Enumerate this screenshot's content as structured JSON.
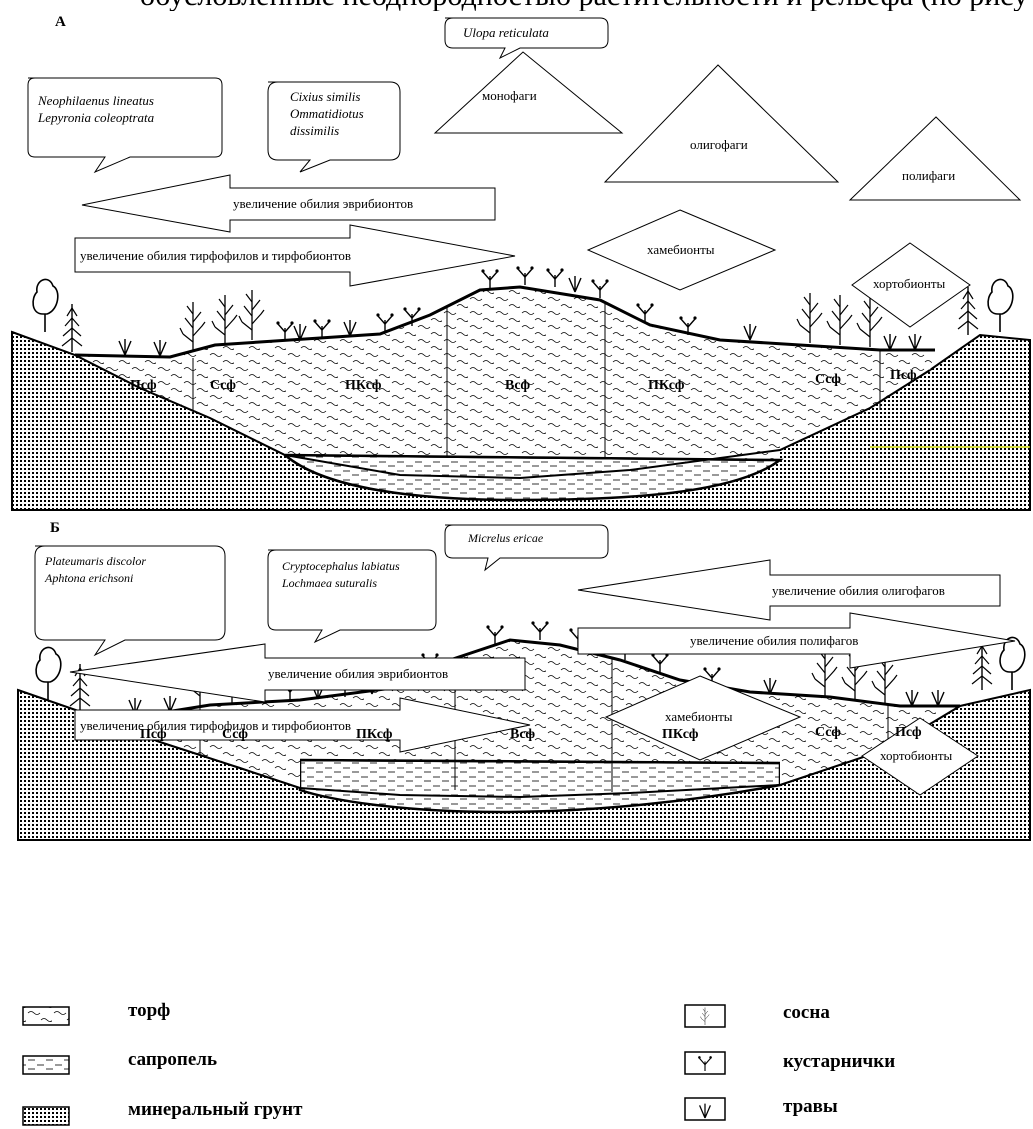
{
  "top_cut_text": "обусловленные неоднородностью растительности и рельефа (по рису",
  "panels": [
    {
      "letter": "А",
      "species_boxes": [
        {
          "lines": [
            "Neophilaenus lineatus",
            "Lepyronia coleoptrata"
          ]
        },
        {
          "lines": [
            "Cixius similis",
            "Ommatidiotus",
            "dissimilis"
          ]
        },
        {
          "lines": [
            "Ulopa reticulata"
          ]
        }
      ],
      "triangles": [
        "монофаги",
        "олигофаги",
        "полифаги"
      ],
      "arrows": [
        "увеличение обилия эврибионтов",
        "увеличение обилия тирфофилов и тирфобионтов"
      ],
      "diamonds": [
        "хамебионты",
        "хортобионты"
      ],
      "zones": [
        "Псф",
        "Ссф",
        "ПКсф",
        "Всф",
        "ПКсф",
        "Ссф",
        "Псф"
      ]
    },
    {
      "letter": "Б",
      "species_boxes": [
        {
          "lines": [
            "Plateumaris discolor",
            "Aphtona erichsoni"
          ]
        },
        {
          "lines": [
            "Cryptocephalus labiatus",
            "Lochmaea suturalis"
          ]
        },
        {
          "lines": [
            "Micrelus ericae"
          ]
        }
      ],
      "arrows": [
        "увеличение обилия олигофагов",
        "увеличение обилия полифагов",
        "увеличение обилия эврибионтов",
        "увеличение обилия тирфофилов и тирфобионтов"
      ],
      "diamonds": [
        "хамебионты",
        "хортобионты"
      ],
      "zones": [
        "Псф",
        "Ссф",
        "ПКсф",
        "Всф",
        "ПКсф",
        "Ссф",
        "Псф"
      ]
    }
  ],
  "legend": [
    {
      "label": "торф",
      "icon": "peat-swatch"
    },
    {
      "label": "сапропель",
      "icon": "sapropel-swatch"
    },
    {
      "label": "минеральный грунт",
      "icon": "mineral-soil-swatch"
    },
    {
      "label": "сосна",
      "icon": "pine-icon"
    },
    {
      "label": "кустарнички",
      "icon": "shrub-icon"
    },
    {
      "label": "травы",
      "icon": "grass-icon"
    }
  ]
}
